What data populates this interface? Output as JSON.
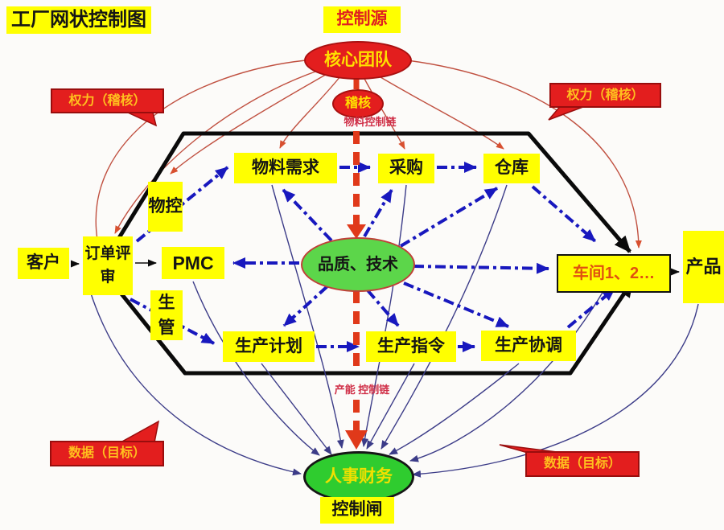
{
  "title": "工厂网状控制图",
  "nodes": {
    "control_source": "控制源",
    "core_team": "核心团队",
    "audit": "稽核",
    "material_chain": "物料控制链",
    "power_left": "权力（稽核）",
    "power_right": "权力（稽核）",
    "material_control": "物控",
    "customer": "客户",
    "order_review": "订单评审",
    "pmc": "PMC",
    "production_mgmt": "生管",
    "material_req": "物料需求",
    "purchase": "采购",
    "warehouse": "仓库",
    "quality_tech": "品质、技术",
    "workshop": "车间1、2…",
    "product": "产品",
    "prod_plan": "生产计划",
    "prod_order": "生产指令",
    "prod_coord": "生产协调",
    "capacity_chain": "产能 控制链",
    "hr_finance": "人事财务",
    "control_gate": "控制闸",
    "data_left": "数据（目标）",
    "data_right": "数据（目标）"
  },
  "edges": {
    "authority_red_lines": [
      "核心团队→订单评审",
      "核心团队→物控",
      "核心团队→物料需求",
      "核心团队→采购",
      "核心团队→仓库",
      "核心团队→车间(外弧左)",
      "核心团队→车间(外弧右)"
    ],
    "process_blue_arrows": [
      "客户→订单评审",
      "订单评审→PMC",
      "订单评审→物控→物料需求",
      "物料需求→采购",
      "采购→仓库",
      "仓库→车间",
      "订单评审→生管→生产计划",
      "生产计划→生产指令",
      "生产指令→生产协调",
      "生产协调→车间",
      "车间→产品",
      "品质、技术→PMC",
      "品质、技术→车间",
      "品质、技术→物料需求",
      "品质、技术→采购",
      "品质、技术→仓库",
      "品质、技术→生产计划",
      "品质、技术→生产指令",
      "品质、技术→生产协调"
    ],
    "control_chain_red_dashed": [
      "核心团队→稽核→品质、技术→人事财务"
    ],
    "data_navy_lines": [
      "订单评审→人事财务",
      "PMC→人事财务",
      "物料需求→人事财务",
      "采购→人事财务",
      "仓库→人事财务",
      "生产计划→人事财务",
      "生产指令→人事财务",
      "生产协调→人事财务",
      "车间→人事财务",
      "产品→人事财务"
    ]
  },
  "colors": {
    "node_yellow": "#FFFF00",
    "callout_red": "#E31E1E",
    "callout_text": "#FFC01E",
    "green_quality": "#5CD64A",
    "green_hr": "#2FCC2F",
    "blue_arrow": "#1818BE",
    "navy_line": "#3C3C88",
    "thin_red_line": "#C05040",
    "chain_red": "#E0391A",
    "workshop_text": "#E05010",
    "hexagon": "#0A0A0A"
  }
}
